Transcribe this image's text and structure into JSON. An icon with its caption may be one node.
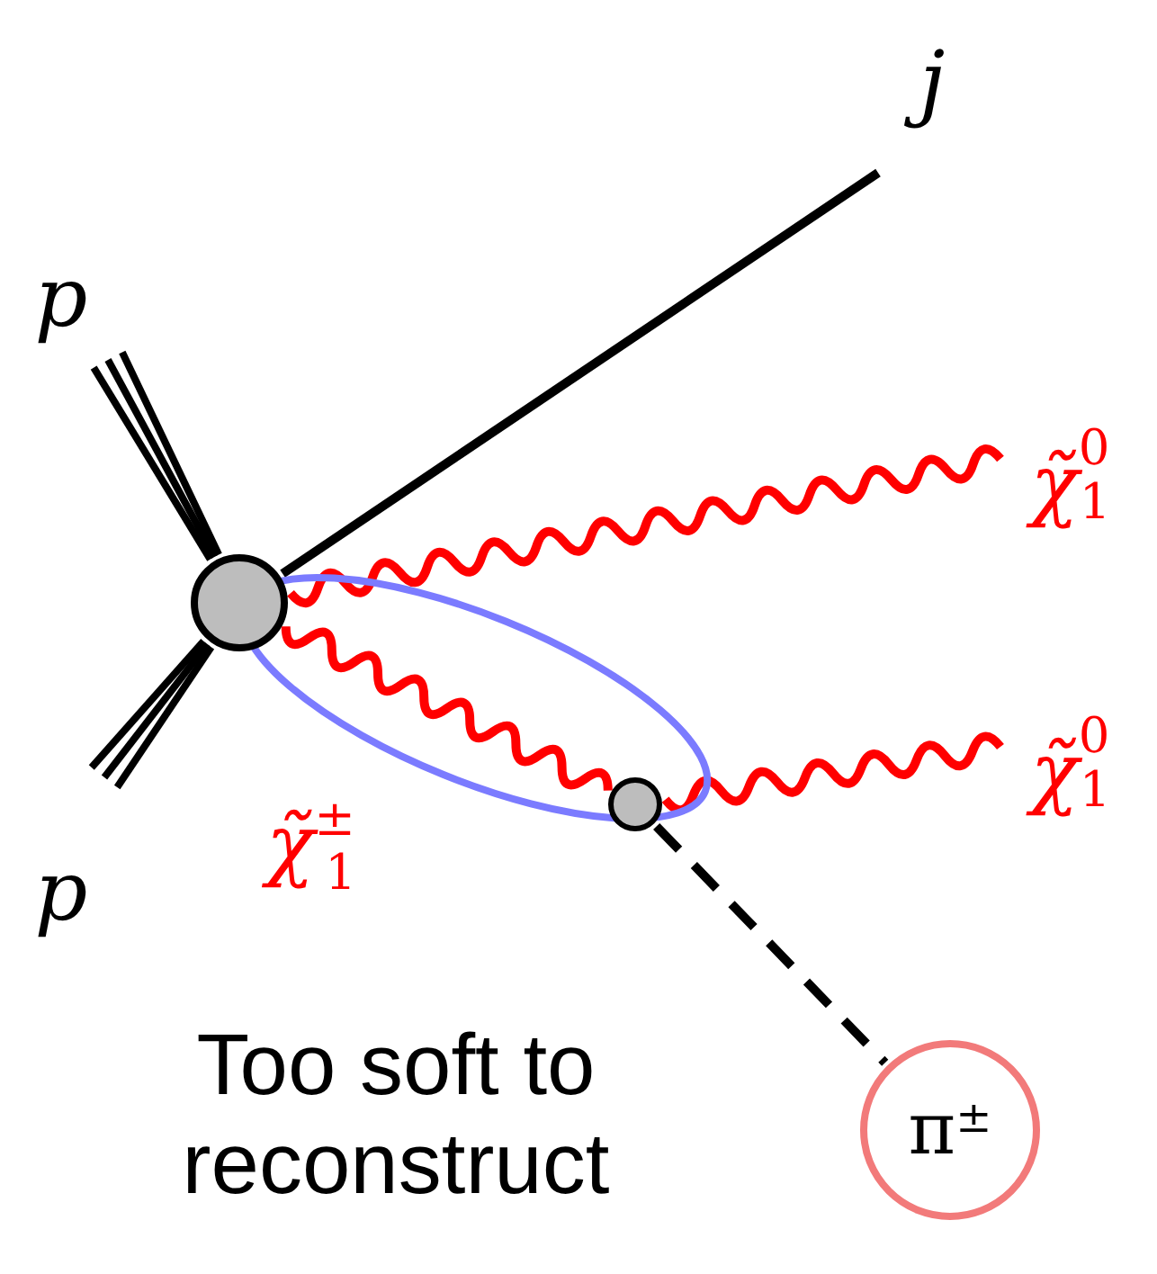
{
  "diagram": {
    "nodes": [
      {
        "text": [
          "p"
        ]
      },
      {
        "text": [
          "p"
        ]
      },
      {
        "text": [
          "j"
        ]
      },
      {
        "text": [
          "χ̃$^{0}$$_{1}$"
        ]
      },
      {
        "text": [
          "χ̃$^{0}$$_{1}$"
        ]
      },
      {
        "text": [],
        "shape": "circle"
      },
      {
        "text": [],
        "shape": "circle"
      },
      {
        "text": [
          "π$^{±}$"
        ]
      }
    ],
    "edges": [
      {
        "from": 0,
        "to": 5,
        "arrow": "none"
      },
      {
        "from": 1,
        "to": 5,
        "arrow": "none"
      },
      {
        "from": 5,
        "to": 2,
        "arrow": "none"
      },
      {
        "from": 5,
        "to": 3,
        "arrow": "none",
        "color": "#ff0000"
      },
      {
        "from": 5,
        "to": 6,
        "arrow": "none",
        "color": "#ff0000",
        "label": "χ̃$^{±}$$_{1}$"
      },
      {
        "from": 6,
        "to": 4,
        "arrow": "none",
        "color": "#ff0000"
      },
      {
        "from": 6,
        "to": 7,
        "arrow": "none",
        "style": "dashed"
      }
    ],
    "labels": [
      "Too soft to reconstruct"
    ]
  }
}
